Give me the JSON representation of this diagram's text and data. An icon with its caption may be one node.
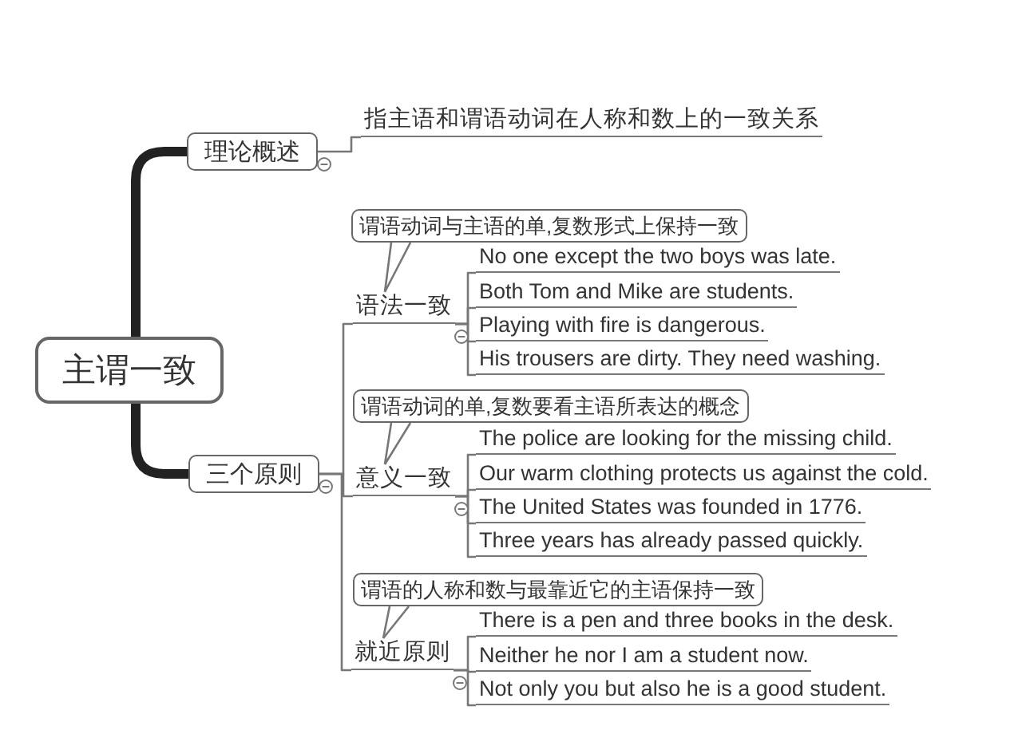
{
  "diagram": {
    "nodes": [
      {
        "text": [
          "主谓一致"
        ]
      },
      {
        "text": [
          "理论概述"
        ]
      },
      {
        "text": [
          "指主语和谓语动词在人称和数上的一致关系"
        ]
      },
      {
        "text": [
          "三个原则"
        ]
      },
      {
        "text": [
          "语法一致"
        ]
      },
      {
        "text": [
          "谓语动词与主语的单,复数形式上保持一致"
        ]
      },
      {
        "text": [
          "No one except the two boys was late."
        ]
      },
      {
        "text": [
          "Both Tom and Mike are students."
        ]
      },
      {
        "text": [
          "Playing with fire is dangerous."
        ]
      },
      {
        "text": [
          "His trousers are dirty. They need washing."
        ]
      },
      {
        "text": [
          "意义一致"
        ]
      },
      {
        "text": [
          "谓语动词的单,复数要看主语所表达的概念"
        ]
      },
      {
        "text": [
          "The police are looking for the missing child."
        ]
      },
      {
        "text": [
          "Our warm clothing protects us against the cold."
        ]
      },
      {
        "text": [
          "The United States was founded in 1776."
        ]
      },
      {
        "text": [
          "Three years has already passed quickly."
        ]
      },
      {
        "text": [
          "就近原则"
        ]
      },
      {
        "text": [
          "谓语的人称和数与最靠近它的主语保持一致"
        ]
      },
      {
        "text": [
          "There is a pen and three books in the desk."
        ]
      },
      {
        "text": [
          "Neither he nor I am a student now."
        ]
      },
      {
        "text": [
          "Not only you but also he is a good student."
        ]
      }
    ],
    "edges": [
      {
        "from": 0,
        "to": 1,
        "arrow": "other",
        "style": "thick"
      },
      {
        "from": 0,
        "to": 3,
        "arrow": "other",
        "style": "thick"
      },
      {
        "from": 1,
        "to": 2,
        "arrow": "none"
      },
      {
        "from": 3,
        "to": 4,
        "arrow": "none"
      },
      {
        "from": 3,
        "to": 10,
        "arrow": "none"
      },
      {
        "from": 3,
        "to": 16,
        "arrow": "none"
      },
      {
        "from": 4,
        "to": 5,
        "arrow": "none"
      },
      {
        "from": 4,
        "to": 6,
        "arrow": "none"
      },
      {
        "from": 4,
        "to": 7,
        "arrow": "none"
      },
      {
        "from": 4,
        "to": 8,
        "arrow": "none"
      },
      {
        "from": 4,
        "to": 9,
        "arrow": "none"
      },
      {
        "from": 10,
        "to": 11,
        "arrow": "none"
      },
      {
        "from": 10,
        "to": 12,
        "arrow": "none"
      },
      {
        "from": 10,
        "to": 13,
        "arrow": "none"
      },
      {
        "from": 10,
        "to": 14,
        "arrow": "none"
      },
      {
        "from": 10,
        "to": 15,
        "arrow": "none"
      },
      {
        "from": 16,
        "to": 17,
        "arrow": "none"
      },
      {
        "from": 16,
        "to": 18,
        "arrow": "none"
      },
      {
        "from": 16,
        "to": 19,
        "arrow": "none"
      },
      {
        "from": 16,
        "to": 20,
        "arrow": "none"
      }
    ]
  }
}
